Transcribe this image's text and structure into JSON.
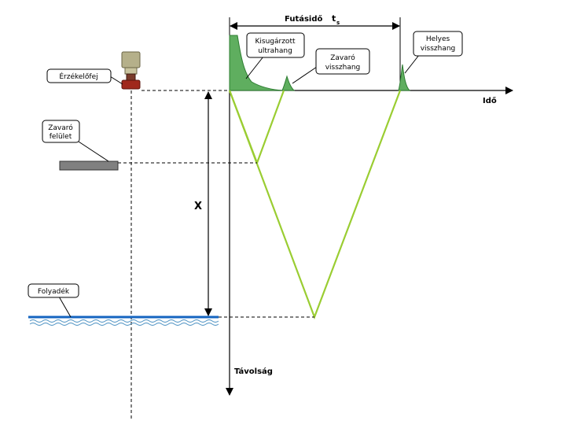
{
  "title": {
    "runtime_label": "Futásidő",
    "runtime_symbol": "t",
    "runtime_subscript": "s"
  },
  "axes": {
    "time_label": "Idő",
    "distance_label": "Távolság"
  },
  "dimension": {
    "x_label": "X"
  },
  "callouts": {
    "sensor_head": "Érzékelőfej",
    "interfering_surface": [
      "Zavaró",
      "felület"
    ],
    "liquid": "Folyadék",
    "emitted_ultrasound": [
      "Kisugárzott",
      "ultrahang"
    ],
    "interfering_echo": [
      "Zavaró",
      "visszhang"
    ],
    "correct_echo": [
      "Helyes",
      "visszhang"
    ]
  },
  "colors": {
    "echo_fill": "#5fae5f",
    "echo_stroke": "#2e7d32",
    "path_line": "#9acd32",
    "sensor_body": "#b5b08a",
    "sensor_tip": "#a0281c",
    "liquid_surface": "#1565c0",
    "plate": "#808080"
  }
}
